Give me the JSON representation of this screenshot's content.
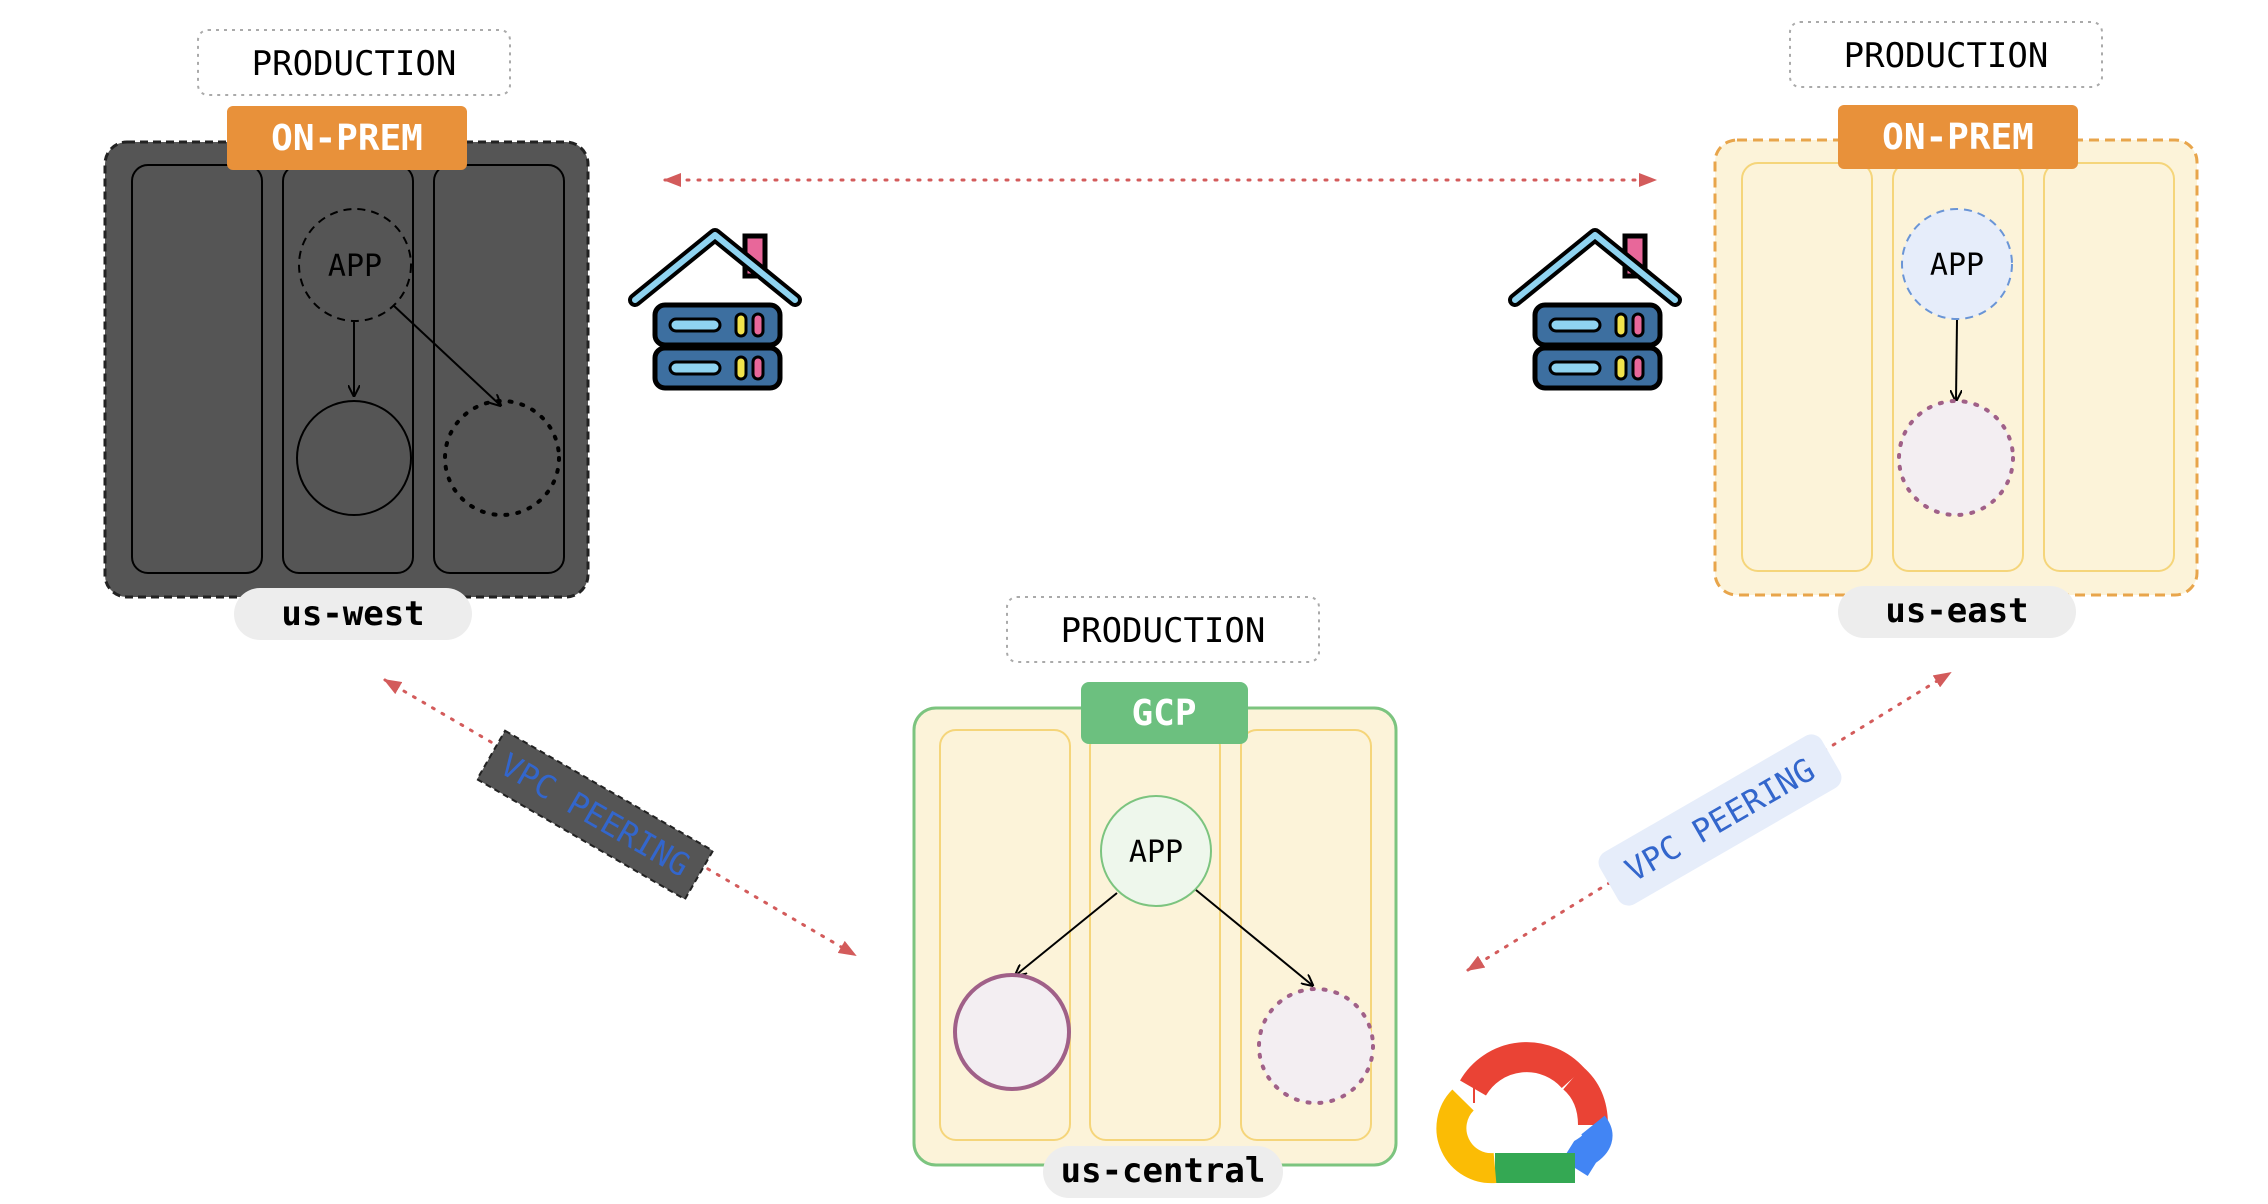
{
  "colors": {
    "onprem_badge": "#E8913A",
    "gcp_badge": "#6CC07F",
    "west_fill": "#555555",
    "east_fill": "#FCF3D9",
    "east_border": "#E8A54B",
    "central_fill": "#FCF3D9",
    "central_border": "#7CC47F",
    "region_pill": "#EDEDED",
    "link_dots": "#D35B5B",
    "peering_text": "#3366CC",
    "peering_bg": "#E6EDFA"
  },
  "clusters": {
    "west": {
      "env_label": "PRODUCTION",
      "badge": "ON-PREM",
      "region": "us-west",
      "app": "APP"
    },
    "east": {
      "env_label": "PRODUCTION",
      "badge": "ON-PREM",
      "region": "us-east",
      "app": "APP"
    },
    "central": {
      "env_label": "PRODUCTION",
      "badge": "GCP",
      "region": "us-central",
      "app": "APP"
    }
  },
  "links": {
    "west_central": {
      "label": "VPC PEERING"
    },
    "central_east": {
      "label": "VPC PEERING"
    }
  },
  "icons": {
    "west": "on-prem-server-house-icon",
    "east": "on-prem-server-house-icon",
    "central": "google-cloud-logo-icon"
  }
}
